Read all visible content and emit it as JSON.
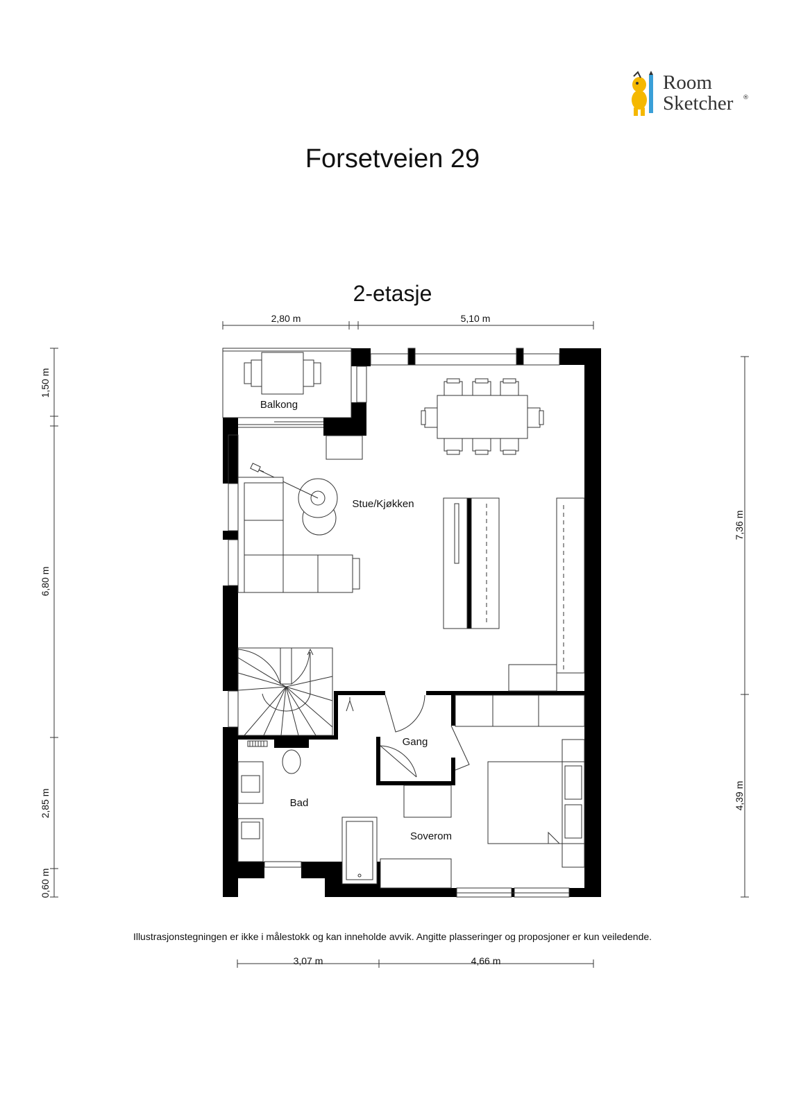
{
  "header": {
    "title": "Forsetveien 29",
    "floor": "2-etasje"
  },
  "logo": {
    "line1": "Room",
    "line2": "Sketcher",
    "reg": "®",
    "accent": "#f5b800"
  },
  "rooms": {
    "balkong": "Balkong",
    "stue": "Stue/Kjøkken",
    "gang": "Gang",
    "bad": "Bad",
    "soverom": "Soverom"
  },
  "dimensions": {
    "top_left": "2,80 m",
    "top_right": "5,10 m",
    "bottom_left": "3,07 m",
    "bottom_right": "4,66 m",
    "left_1": "1,50 m",
    "left_2": "6,80 m",
    "left_3": "2,85 m",
    "left_4": "0,60 m",
    "right_1": "7,36 m",
    "right_2": "4,39 m"
  },
  "disclaimer": "Illustrasjonstegningen er ikke i målestokk og kan inneholde avvik. Angitte plasseringer og proposjoner er kun veiledende.",
  "colors": {
    "wall": "#000000",
    "line": "#333333"
  }
}
